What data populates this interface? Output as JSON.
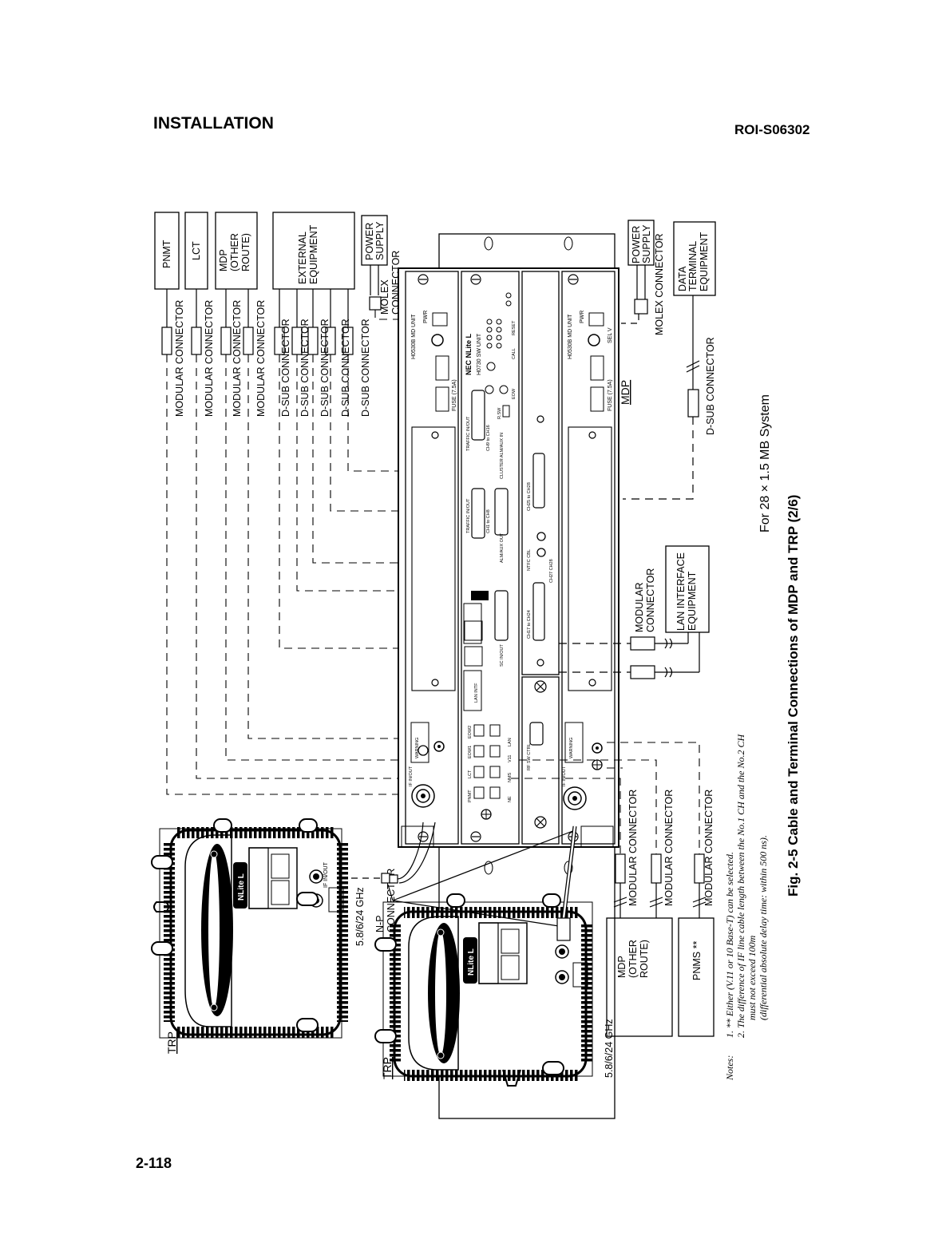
{
  "header": {
    "section": "INSTALLATION",
    "doc_id": "ROI-S06302",
    "page_number": "2-118"
  },
  "figure": {
    "caption": "Fig. 2-5 Cable and Terminal Connections of MDP and TRP (2/6)",
    "subcaption": "For 28 × 1.5 MB System"
  },
  "top_equipment": {
    "pnmt": "PNMT",
    "lct": "LCT",
    "mdp_other_line1": "MDP",
    "mdp_other_line2": "(OTHER",
    "mdp_other_line3": "ROUTE)",
    "external_line1": "EXTERNAL",
    "external_line2": "EQUIPMENT",
    "power_line1": "POWER",
    "power_line2": "SUPPLY"
  },
  "right_equipment": {
    "power_line1": "POWER",
    "power_line2": "SUPPLY",
    "data_line1": "DATA",
    "data_line2": "TERMINAL",
    "data_line3": "EQUIPMENT",
    "lan_line1": "LAN INTERFACE",
    "lan_line2": "EQUIPMENT"
  },
  "bottom_equipment": {
    "mdp_line1": "MDP",
    "mdp_line2": "(OTHER",
    "mdp_line3": "ROUTE)",
    "pnms": "PNMS **"
  },
  "connectors": {
    "modular": "MODULAR CONNECTOR",
    "dsub": "D-SUB CONNECTOR",
    "molex_line1": "MOLEX",
    "molex_line2": "CONNECTOR",
    "molex_full": "MOLEX CONNECTOR",
    "modular_line1": "MODULAR",
    "modular_line2": "CONNECTOR",
    "np_line1": "N-P",
    "np_line2": "CONNECTOR"
  },
  "trp": {
    "label": "TRP",
    "freq": "5.8/6/24 GHz",
    "brand": "NLite L"
  },
  "mdp_label": "MDP",
  "chassis": {
    "md_unit_1": "H0530B MD UNIT",
    "md_unit_2": "H0530B MD UNIT",
    "sw_unit": "H0730 SW UNIT",
    "pwr": "PWR",
    "brand": "NEC NLite L",
    "fuse": "FUSE (7.5A)",
    "traffic_in_out": "TRAFFIC IN/OUT",
    "ch9_ch16": "CH9 to CH16",
    "ch1_ch8": "CH1 to CH8",
    "cluster_alm": "CLUSTER ALM/AUX IN",
    "alm_aux_out": "ALM/AUX OUT",
    "sc_in_out": "SC IN/OUT",
    "ch25_ch28": "CH25 to CH28",
    "ch17_ch24": "CH17 to CH24",
    "ch27_ch28": "CH27 CH28",
    "ntfc_cbl": "NTFC CBL",
    "rf_sw_ctrl": "RF SW CTRL",
    "pnmt": "PNMT",
    "lct": "LCT",
    "eow1": "EOW1",
    "eow2": "EOW2",
    "nms": "NMS",
    "vt": "V11",
    "lan": "LAN",
    "ne": "NE",
    "eow": "EOW",
    "call": "CALL",
    "reset": "RESET",
    "r_sw": "R.SW",
    "lan_intf": "LAN INTF",
    "warning": "WARNING",
    "if_in_out": "IF IN/OUT",
    "sel_v": "SEL V"
  },
  "notes": {
    "label": "Notes:",
    "n1": "1.  ** Either (V.11 or 10 Base-T) can be selected.",
    "n2a": "2.  The difference of IF line cable length between the No.1 CH and the No.2 CH",
    "n2b": "must not exceed 100m",
    "n2c": "(differential absolute delay time: within 500 ns)."
  }
}
